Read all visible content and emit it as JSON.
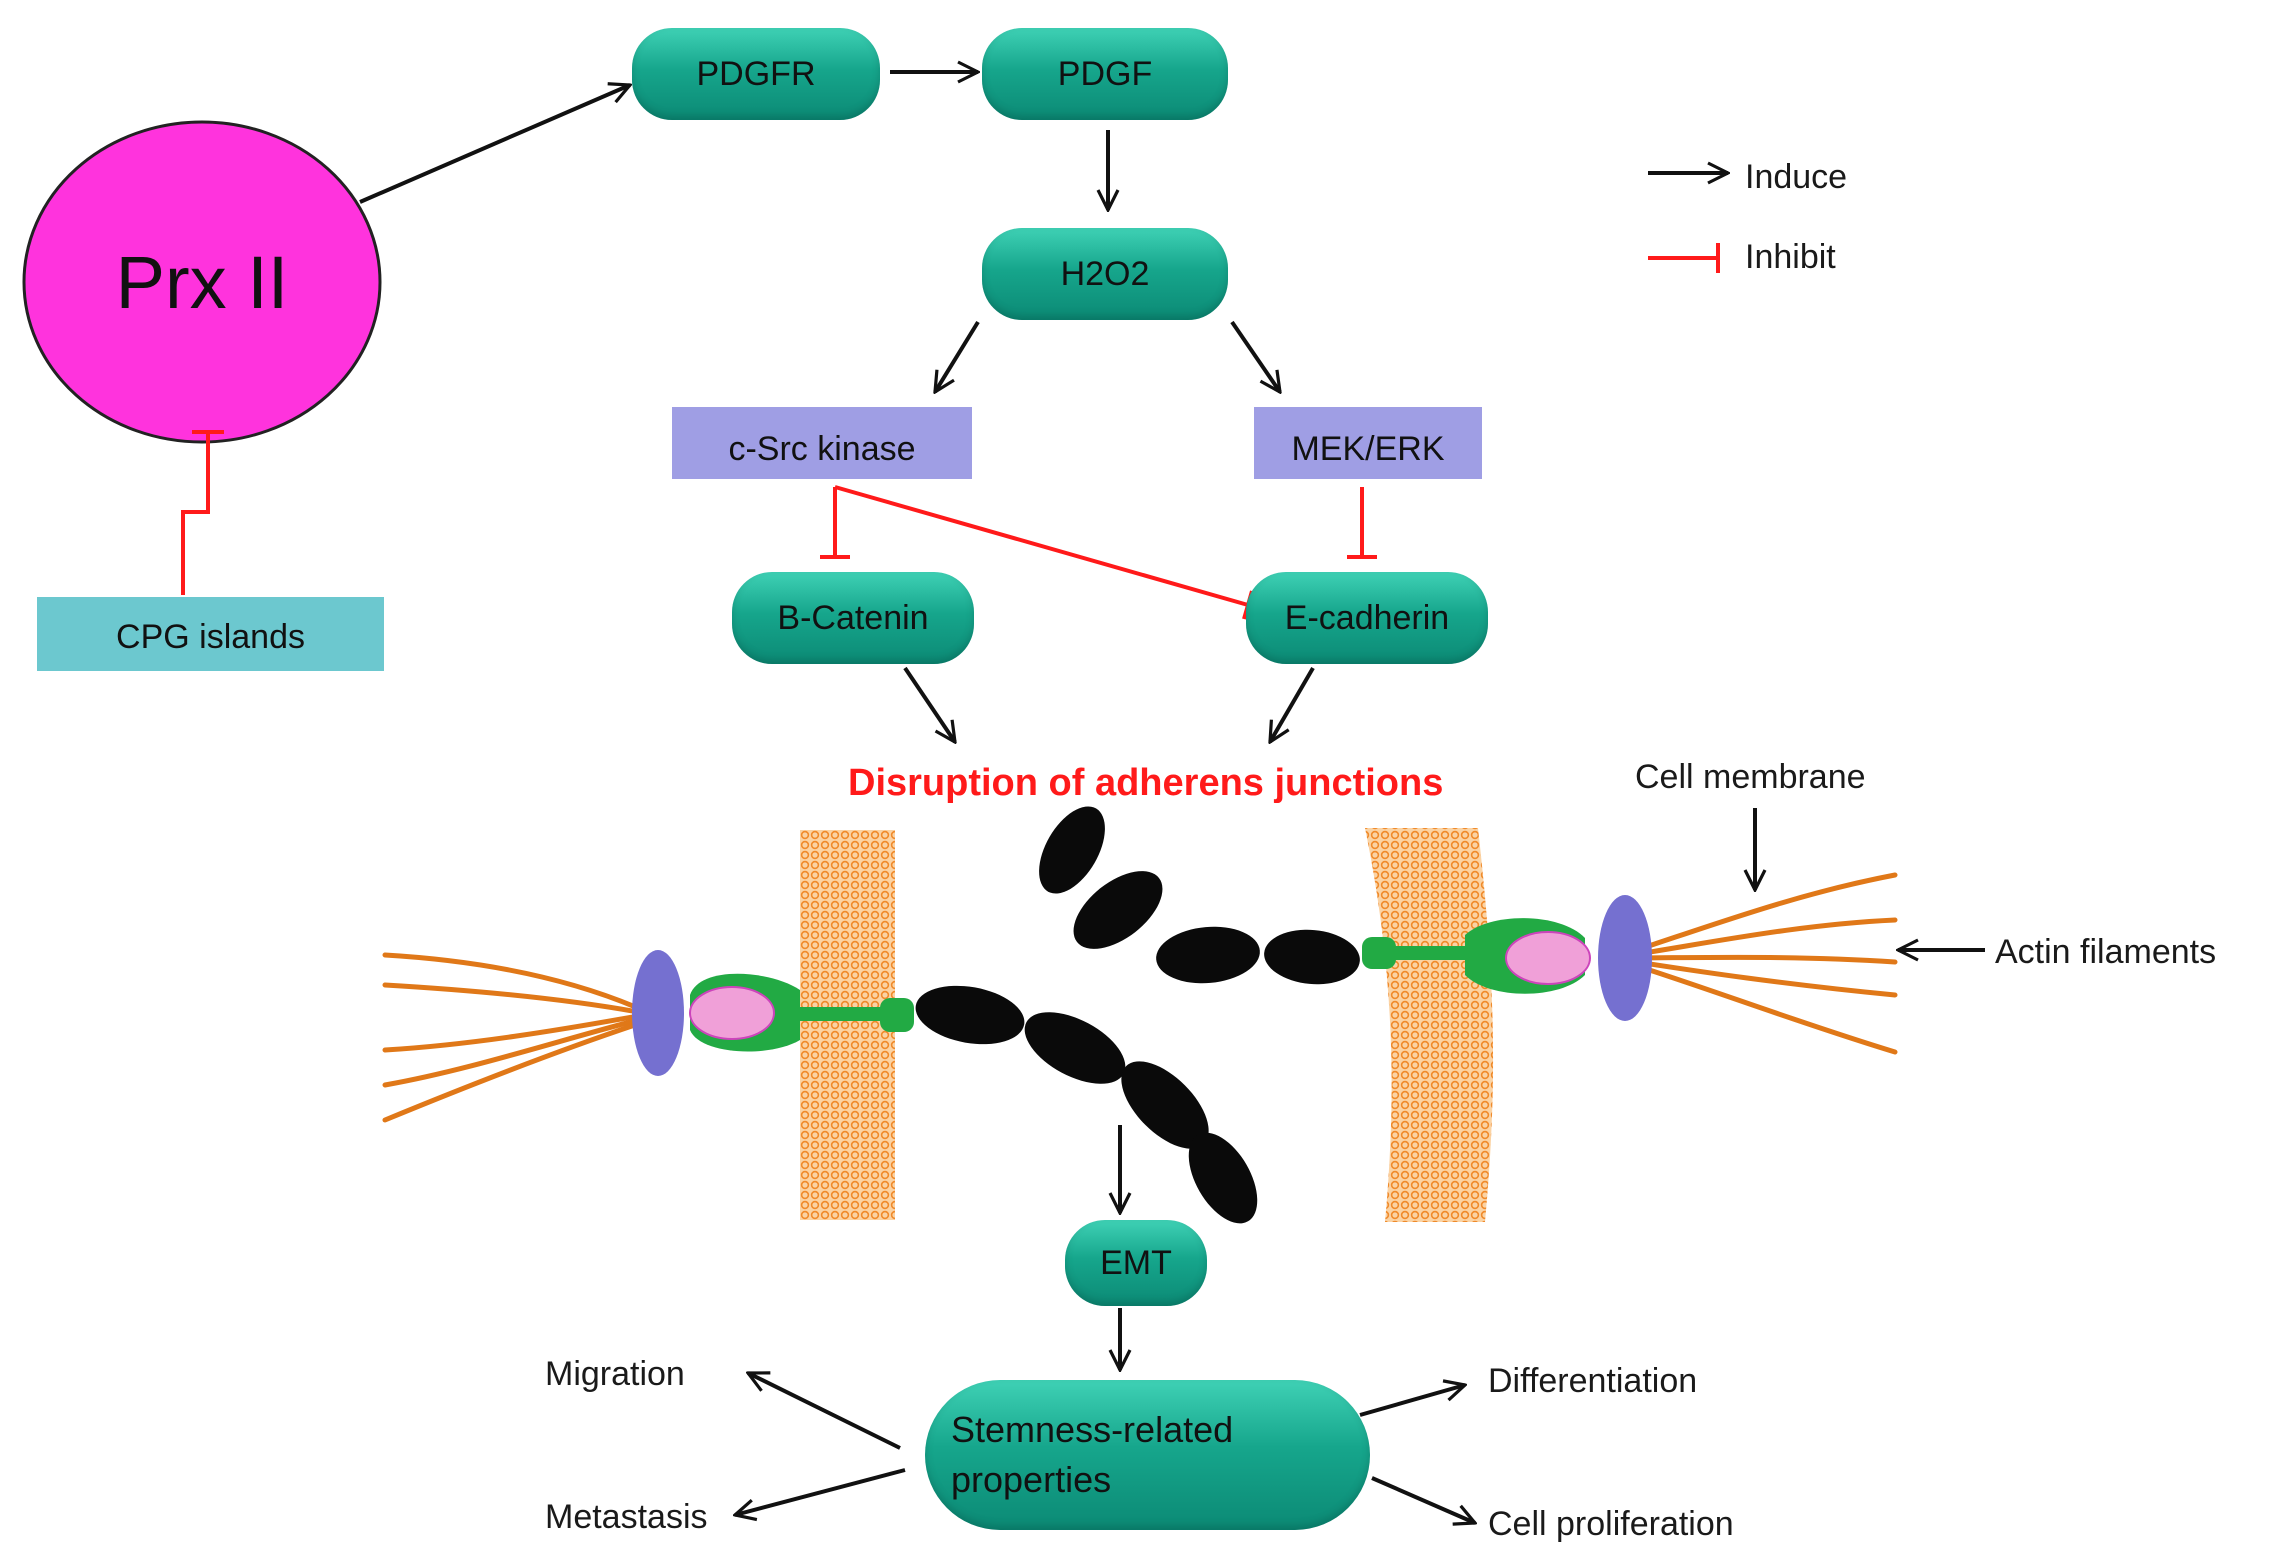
{
  "nodes": {
    "prx": "Prx II",
    "cpg": "CPG islands",
    "pdgfr": "PDGFR",
    "pdgf": "PDGF",
    "h2o2": "H2O2",
    "csrc": "c-Src kinase",
    "mek": "MEK/ERK",
    "bcat": "B-Catenin",
    "ecad": "E-cadherin",
    "disruption": "Disruption of adherens junctions",
    "emt": "EMT",
    "stemness": "Stemness-related properties"
  },
  "outcomes": {
    "migration": "Migration",
    "metastasis": "Metastasis",
    "differentiation": "Differentiation",
    "proliferation": "Cell proliferation"
  },
  "legend": {
    "induce": "Induce",
    "inhibit": "Inhibit"
  },
  "annotations": {
    "membrane": "Cell membrane",
    "actin": "Actin filaments"
  },
  "colors": {
    "prx": "#ff33dd",
    "pill": "#16a68c",
    "purple_box": "#9f9ee4",
    "teal_box": "#6cc8cf",
    "inhibit": "#ff1a1a",
    "membrane": "#f5a050",
    "cadherin": "#0a0a0a",
    "catenin_green": "#22aa44",
    "catenin_pink": "#f0a0d8",
    "actin_anchor": "#7570d0"
  }
}
